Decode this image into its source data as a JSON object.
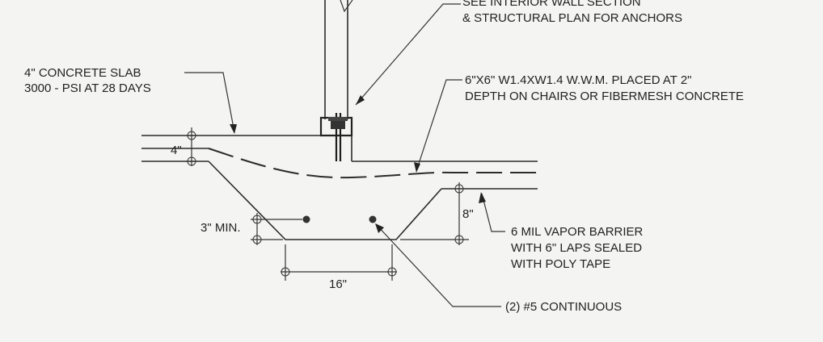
{
  "labels": {
    "wall_section": "SEE INTERIOR WALL SECTION",
    "anchors": "& STRUCTURAL PLAN FOR ANCHORS",
    "slab_line1": "4\" CONCRETE SLAB",
    "slab_line2": "3000 - PSI AT 28 DAYS",
    "wwm_line1": "6\"X6\" W1.4XW1.4 W.W.M. PLACED AT 2\"",
    "wwm_line2": "DEPTH ON CHAIRS OR FIBERMESH CONCRETE",
    "dim_4in": "4\"",
    "dim_8in": "8\"",
    "dim_3min": "3\" MIN.",
    "dim_16in": "16\"",
    "vapor_line1": "6 MIL VAPOR BARRIER",
    "vapor_line2": "WITH 6\" LAPS SEALED",
    "vapor_line3": "WITH POLY TAPE",
    "rebar": "(2) #5 CONTINUOUS"
  }
}
